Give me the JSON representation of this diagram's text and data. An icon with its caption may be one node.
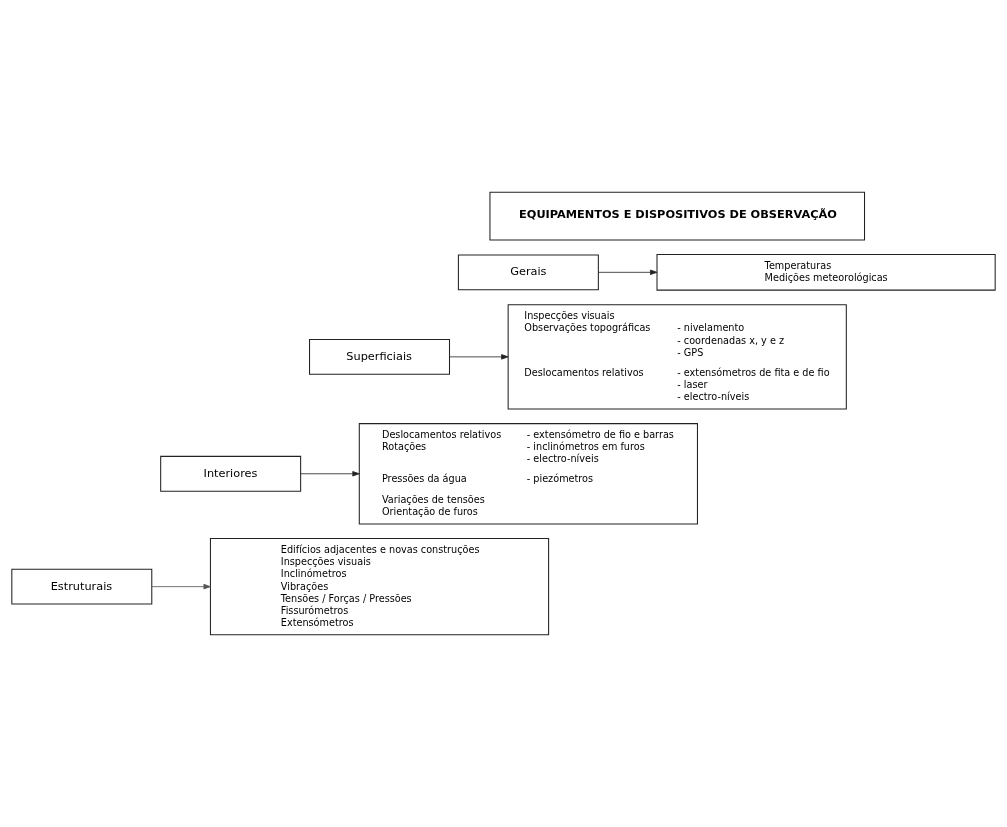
{
  "diagram": {
    "nodes": [
      {
        "text": [
          "EQUIPAMENTOS E DISPOSITIVOS DE OBSERVAÇÃO"
        ]
      },
      {
        "text": [
          "Gerais"
        ]
      },
      {
        "text": [
          "Temperaturas",
          "Medições meteorológicas"
        ]
      },
      {
        "text": [
          "Superficiais"
        ]
      },
      {
        "text": [
          "Inspecções visuais",
          "Observações topográficas",
          "- nivelamento",
          "- coordenadas x, y e z",
          "- GPS",
          "Deslocamentos relativos",
          "- extensómetros de fita e de fio",
          "- laser",
          "- electro-níveis"
        ]
      },
      {
        "text": [
          "Interiores"
        ]
      },
      {
        "text": [
          "Deslocamentos relativos",
          "- extensómetro de fio e barras",
          "Rotações",
          "- inclinómetros em furos",
          "- electro-níveis",
          "Pressões da água",
          "- piezómetros",
          "Variações de tensões",
          "Orientação de furos"
        ]
      },
      {
        "text": [
          "Estruturais"
        ]
      },
      {
        "text": [
          "Edifícios adjacentes e novas construções",
          "Inspecções visuais",
          "Inclinómetros",
          "Vibrações",
          "Tensões / Forças / Pressões",
          "Fissurómetros",
          "Extensómetros"
        ]
      }
    ],
    "edges": [
      {
        "from": 1,
        "to": 2,
        "arrow": "to"
      },
      {
        "from": 3,
        "to": 4,
        "arrow": "to"
      },
      {
        "from": 5,
        "to": 6,
        "arrow": "to"
      },
      {
        "from": 7,
        "to": 8,
        "arrow": "to",
        "color": "#555555"
      }
    ]
  }
}
